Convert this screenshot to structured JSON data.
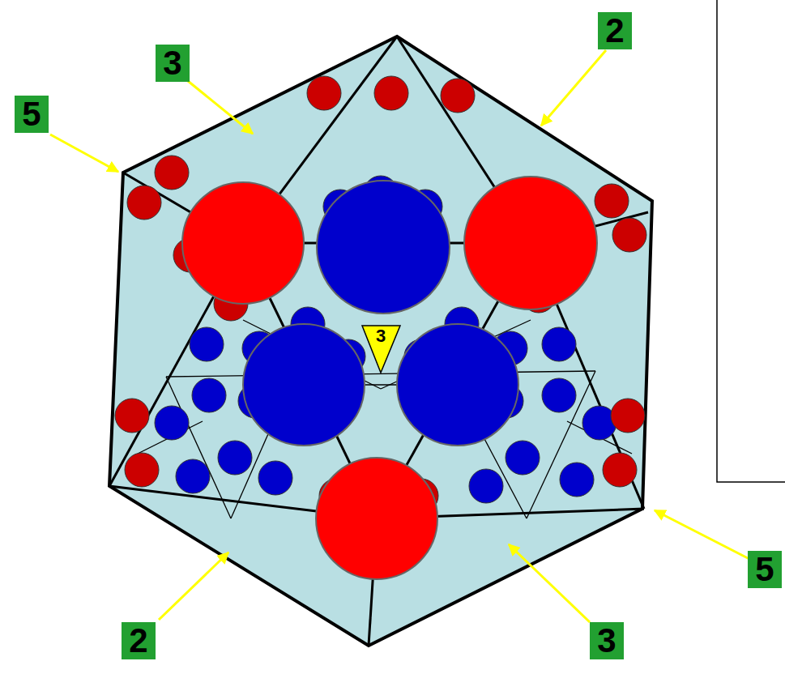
{
  "diagram": {
    "labels": [
      "2",
      "3",
      "5",
      "3",
      "5",
      "2",
      "3"
    ]
  }
}
